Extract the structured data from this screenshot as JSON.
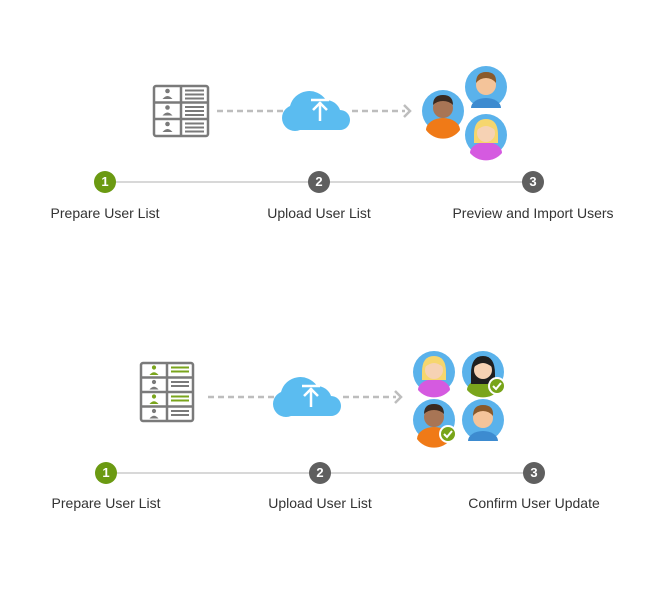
{
  "colors": {
    "active_step": "#6b9a12",
    "inactive_step": "#5f5f5f",
    "cloud": "#5bbcf0",
    "list_gray": "#7a7a7a",
    "list_green": "#7aa51c",
    "track": "#d8d8d8",
    "check": "#78a419"
  },
  "flows": [
    {
      "steps": [
        {
          "number": "1",
          "label": "Prepare User List",
          "active": true
        },
        {
          "number": "2",
          "label": "Upload User List",
          "active": false
        },
        {
          "number": "3",
          "label": "Preview and Import Users",
          "active": false
        }
      ],
      "icons": [
        "user-list-icon",
        "cloud-upload-icon",
        "user-avatars-icon"
      ]
    },
    {
      "steps": [
        {
          "number": "1",
          "label": "Prepare User List",
          "active": true
        },
        {
          "number": "2",
          "label": "Upload User List",
          "active": false
        },
        {
          "number": "3",
          "label": "Confirm User Update",
          "active": false
        }
      ],
      "icons": [
        "user-list-checked-icon",
        "cloud-upload-icon",
        "user-avatars-checked-icon"
      ]
    }
  ]
}
